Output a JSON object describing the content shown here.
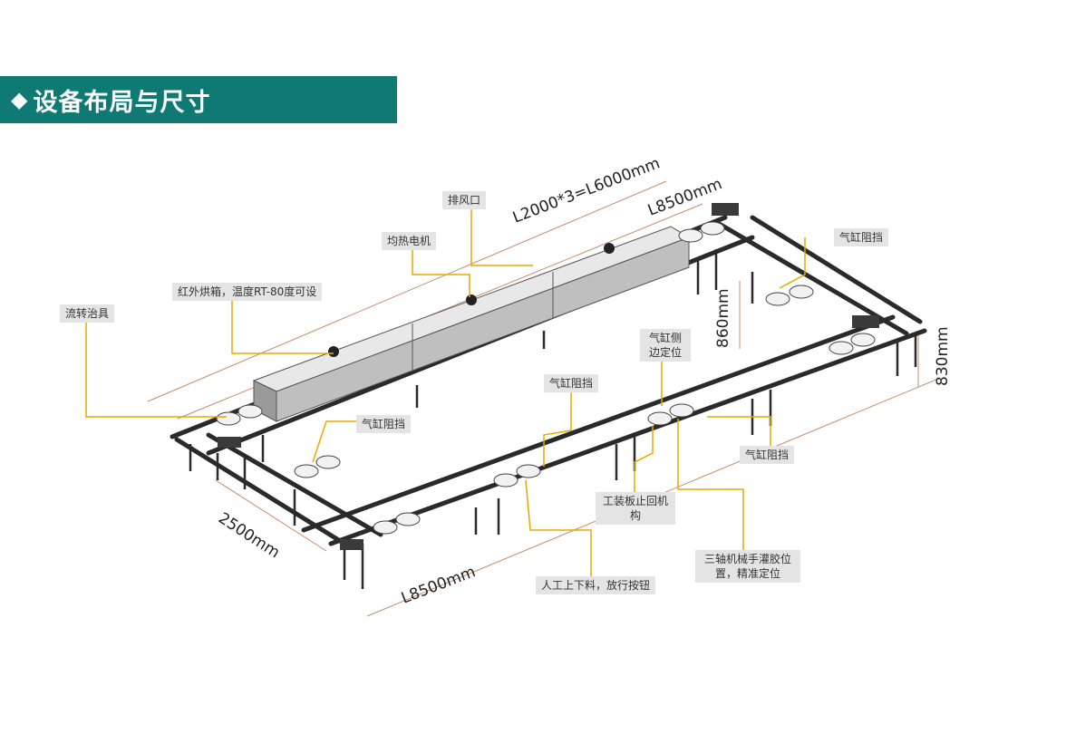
{
  "header": {
    "bullet": "◆",
    "title": "设备布局与尺寸"
  },
  "callouts": {
    "exhaust": "排风口",
    "heater_motor": "均热电机",
    "ir_oven": "红外烘箱，温度RT-80度可设",
    "fixture": "流转治具",
    "cyl_stop_top_right": "气缸阻挡",
    "cyl_side_locate": "气缸侧边定位",
    "cyl_stop_center": "气缸阻挡",
    "cyl_stop_left": "气缸阻挡",
    "cyl_stop_right": "气缸阻挡",
    "return_stop": "工装板止回机构",
    "robot_glue": "三轴机械手灌胶位置，精准定位",
    "manual_load": "人工上下料，放行按钮"
  },
  "dimensions": {
    "oven_length": "L2000*3=L6000mm",
    "top_length": "L8500mm",
    "bottom_length": "L8500mm",
    "width": "2500mm",
    "height_860": "860mm",
    "height_830": "830mm"
  },
  "colors": {
    "banner": "#0e7a73",
    "callout_line": "#e8a800",
    "frame": "#2a2a2a",
    "dim_line": "#c98b68"
  }
}
